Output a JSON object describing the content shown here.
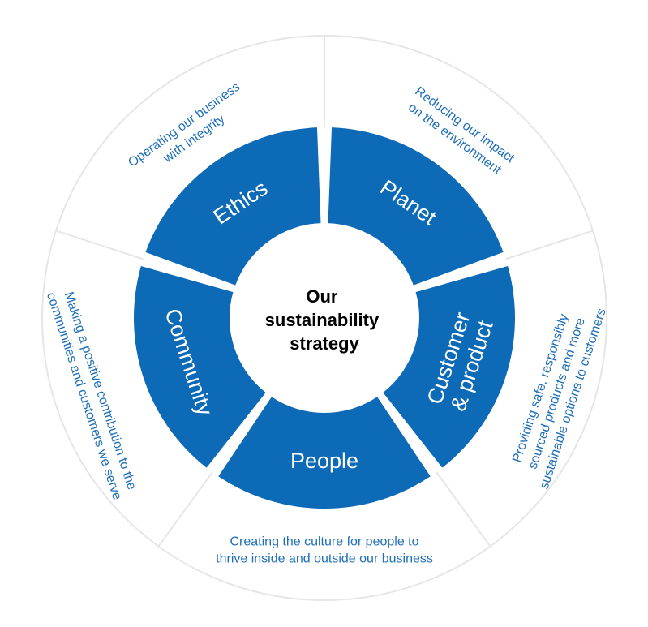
{
  "center": {
    "title_lines": [
      "Our",
      "sustainability",
      "strategy"
    ]
  },
  "segments": [
    {
      "label": [
        "Planet"
      ],
      "description": [
        "Reducing our impact",
        "on the environment"
      ]
    },
    {
      "label": [
        "Customer",
        "& product"
      ],
      "description": [
        "Providing safe, responsibly",
        "sourced products and more",
        "sustainable options to customers"
      ]
    },
    {
      "label": [
        "People"
      ],
      "description": [
        "Creating the culture for people to",
        "thrive inside and outside our business"
      ]
    },
    {
      "label": [
        "Community"
      ],
      "description": [
        "Making a positive contribution to the",
        "communities and customers we serve"
      ]
    },
    {
      "label": [
        "Ethics"
      ],
      "description": [
        "Operating our business",
        "with integrity"
      ]
    }
  ],
  "colors": {
    "segment_fill": "#0d6ab7",
    "outer_text": "#1f6fb9",
    "center_fill": "#ffffff",
    "outer_ring_line": "#e6e6e6",
    "center_text": "#000000"
  }
}
